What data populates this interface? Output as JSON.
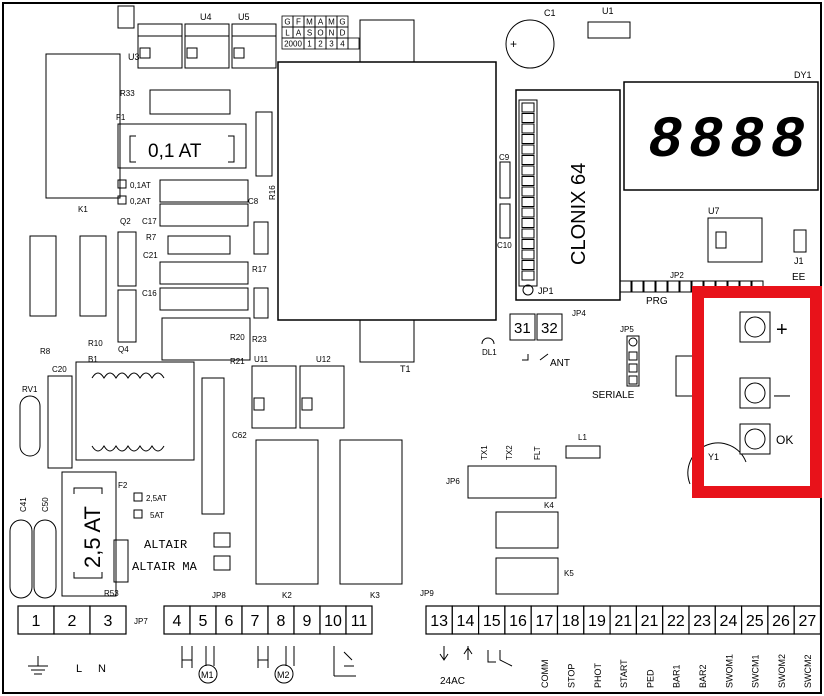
{
  "components": {
    "u3": "U3",
    "u4": "U4",
    "u5": "U5",
    "c1": "C1",
    "u1": "U1",
    "dy1": "DY1",
    "r33": "R33",
    "f1": "F1",
    "k1": "K1",
    "r16": "R16",
    "c8": "C8",
    "c17": "C17",
    "q2": "Q2",
    "r7": "R7",
    "c21": "C21",
    "r17": "R17",
    "c16": "C16",
    "r10": "R10",
    "q4": "Q4",
    "r20": "R20",
    "r21": "R21",
    "r23": "R23",
    "r8": "R8",
    "c20": "C20",
    "b1": "B1",
    "rv1": "RV1",
    "u11": "U11",
    "u12": "U12",
    "c62": "C62",
    "t1": "T1",
    "c9": "C9",
    "c10": "C10",
    "jp1": "JP1",
    "u7": "U7",
    "j1": "J1",
    "ee": "EE",
    "jp2": "JP2",
    "prg": "PRG",
    "jp4": "JP4",
    "dl1": "DL1",
    "ant": "ANT",
    "jp5": "JP5",
    "seriale": "SERIALE",
    "tx1": "TX1",
    "tx2": "TX2",
    "flt": "FLT",
    "l1": "L1",
    "jp6": "JP6",
    "k4": "K4",
    "k5": "K5",
    "f2": "F2",
    "c41": "C41",
    "c50": "C50",
    "r53": "R53",
    "jp7": "JP7",
    "jp8": "JP8",
    "k2": "K2",
    "k3": "K3",
    "jp9": "JP9",
    "y1": "Y1"
  },
  "display": {
    "digits": "8888",
    "title": "CLONIX 64"
  },
  "fuse_f1": {
    "label": "0,1 AT",
    "options": [
      "0,1AT",
      "0,2AT"
    ]
  },
  "fuse_f2": {
    "label": "2,5 AT",
    "options": [
      "2,5AT",
      "5AT"
    ]
  },
  "altair": {
    "altair": "ALTAIR",
    "altair_ma": "ALTAIR MA"
  },
  "date_grid": {
    "rows": [
      [
        "G",
        "F",
        "M",
        "A",
        "M",
        "G"
      ],
      [
        "L",
        "A",
        "S",
        "O",
        "N",
        "D"
      ],
      [
        "2000",
        "1",
        "2",
        "3",
        "4",
        ""
      ]
    ]
  },
  "jp4_pins": [
    "31",
    "32"
  ],
  "buttons": {
    "plus": "+",
    "minus": "—",
    "ok": "OK"
  },
  "highlight_color": "#e8121a",
  "terminals_left": [
    "1",
    "2",
    "3"
  ],
  "terminals_left_bottom": [
    "L",
    "N"
  ],
  "terminals_mid": [
    "4",
    "5",
    "6",
    "7",
    "8",
    "9",
    "10",
    "11"
  ],
  "motors": [
    "M1",
    "M2"
  ],
  "terminals_right": [
    "13",
    "14",
    "15",
    "16",
    "17",
    "18",
    "19",
    "21",
    "21",
    "22",
    "23",
    "24",
    "25",
    "26",
    "27"
  ],
  "terminal_labels": [
    "COMM",
    "STOP",
    "PHOT",
    "START",
    "PED",
    "BAR1",
    "BAR2",
    "SWOM1",
    "SWCM1",
    "SWOM2",
    "SWCM2"
  ],
  "ac_label": "24AC"
}
